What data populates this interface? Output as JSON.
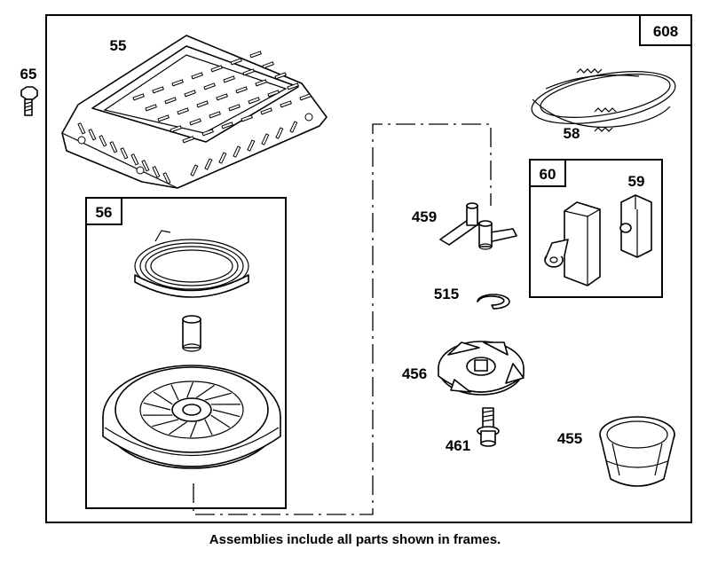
{
  "caption": "Assemblies include all parts shown in frames.",
  "frames": {
    "main": "608",
    "starter_pulley_kit": "56",
    "rope_handle_kit": "60"
  },
  "parts": {
    "p65": "65",
    "p55": "55",
    "p58": "58",
    "p59": "59",
    "p459": "459",
    "p515": "515",
    "p456": "456",
    "p461": "461",
    "p455": "455"
  }
}
